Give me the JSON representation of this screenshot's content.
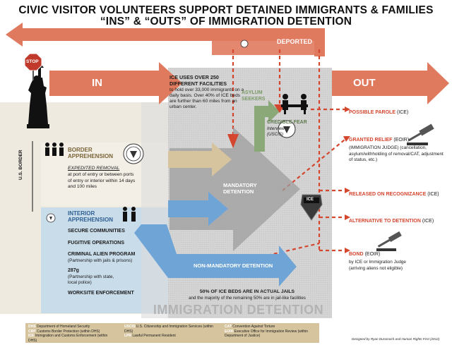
{
  "title_line1": "CIVIC VISITOR VOLUNTEERS SUPPORT DETAINED IMMIGRANTS & FAMILIES",
  "title_line2": "“INS” & “OUTS” OF IMMIGRATION DETENTION",
  "deported": "DEPORTED",
  "in_label": "IN",
  "out_label": "OUT",
  "stop_sign": "STOP",
  "ice_facilities": {
    "heading": "ICE USES OVER 250 DIFFERENT FACILITIES",
    "body": "to hold over 33,000 immigrants on a daily basis. Over 40% of ICE beds are further than 60 miles from an urban center."
  },
  "asylum_seekers": "ASYLUM SEEKERS",
  "credible_fear": {
    "title": "CREDIBLE FEAR",
    "sub": "Interview",
    "agency": "(USCIS)"
  },
  "border": {
    "title": "BORDER APPREHENSION",
    "expedited": "EXPEDITED REMOVAL",
    "desc": "at port of entry or between ports of entry or interior within 14 days and 100 miles",
    "side_label": "U.S. BORDER"
  },
  "interior": {
    "title": "INTERIOR APPREHENSION",
    "items": [
      {
        "title": "SECURE COMMUNITIES",
        "sub": ""
      },
      {
        "title": "FUGITIVE OPERATIONS",
        "sub": ""
      },
      {
        "title": "CRIMINAL ALIEN PROGRAM",
        "sub": "(Partnership with jails & prisons)"
      },
      {
        "title": "287g",
        "sub": "(Partnership with state, local police)"
      },
      {
        "title": "WORKSITE ENFORCEMENT",
        "sub": ""
      }
    ]
  },
  "mandatory": "MANDATORY DETENTION",
  "non_mandatory": "NON-MANDATORY DETENTION",
  "ice_badge": "ICE",
  "jails_note": {
    "line1": "50% OF ICE BEDS ARE IN ACTUAL JAILS",
    "line2": "and the majority of the remaining 50% are in jail-like facilities"
  },
  "immigration_detention": "IMMIGRATION DETENTION",
  "outcomes": [
    {
      "title": "POSSIBLE PAROLE",
      "suffix": " (ICE)",
      "desc": ""
    },
    {
      "title": "GRANTED RELIEF",
      "suffix": " (EOIR)",
      "desc": "(IMMIGRATION JUDGE) (cancellation, asylum/withholding of removal/CAT, adjustment of status, etc.)"
    },
    {
      "title": "RELEASED ON RECOGNIZANCE",
      "suffix": " (ICE)",
      "desc": ""
    },
    {
      "title": "ALTERNATIVE TO DETENTION",
      "suffix": " (ICE)",
      "desc": ""
    },
    {
      "title": "BOND",
      "suffix": " (EOIR)",
      "desc": "by ICE or Immigration Judge (arriving aliens not eligible)"
    }
  ],
  "legend": [
    {
      "abbr": "DHS",
      "text": "Department of Homeland Security"
    },
    {
      "abbr": "CBP",
      "text": "Customs Border Protection (within DHS)"
    },
    {
      "abbr": "ICE",
      "text": "Immigration and Customs Enforcement (within DHS)"
    },
    {
      "abbr": "USCIS",
      "text": "U.S. Citizenship and Immigration Services (within DHS)"
    },
    {
      "abbr": "LPR",
      "text": "Lawful Permanent Resident"
    },
    {
      "abbr": "CAT",
      "text": "Convention Against Torture"
    },
    {
      "abbr": "EOIR",
      "text": "Executive Office for Immigration Review (within Department of Justice)"
    }
  ],
  "credit": "Designed by Ryan Dussinoch and Human Rights First (2012)",
  "colors": {
    "red": "#e07a5f",
    "red_dark": "#d5462f",
    "blue": "#5b9bd5",
    "tan": "#d6c49f",
    "grey": "#c9c9c9"
  }
}
